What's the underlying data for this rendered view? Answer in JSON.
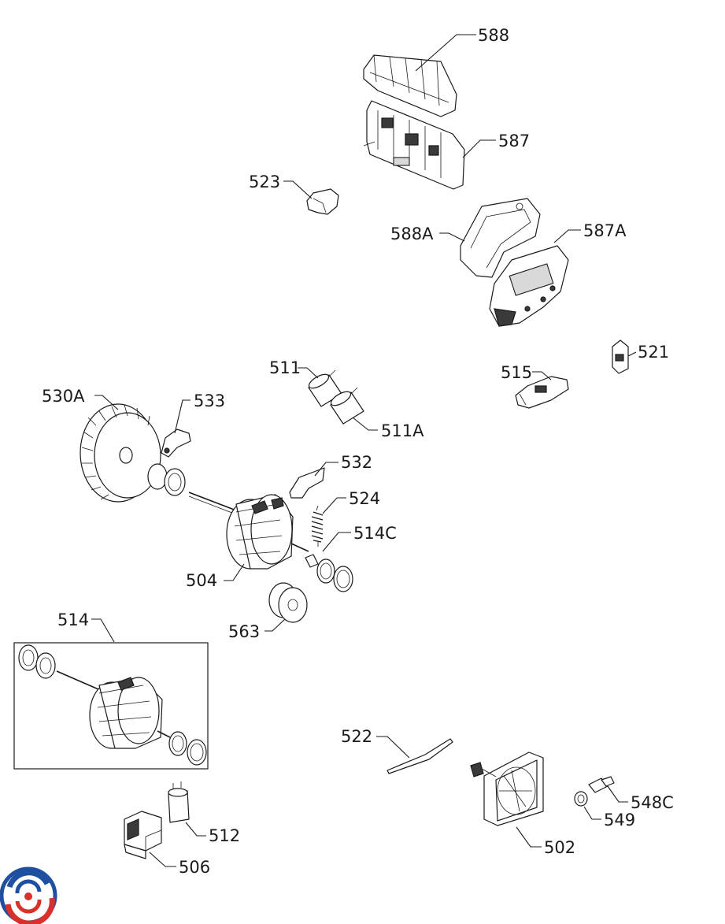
{
  "labels": {
    "p588": "588",
    "p587": "587",
    "p523": "523",
    "p588A": "588A",
    "p587A": "587A",
    "p521": "521",
    "p511": "511",
    "p515": "515",
    "p530A": "530A",
    "p533": "533",
    "p511A": "511A",
    "p532": "532",
    "p524": "524",
    "p514C": "514C",
    "p504": "504",
    "p563": "563",
    "p514": "514",
    "p522": "522",
    "p548C": "548C",
    "p549": "549",
    "p512": "512",
    "p502": "502",
    "p506": "506"
  },
  "logo": {
    "name": "brand-logo",
    "colors": [
      "#1f4fa0",
      "#d9302c"
    ]
  }
}
